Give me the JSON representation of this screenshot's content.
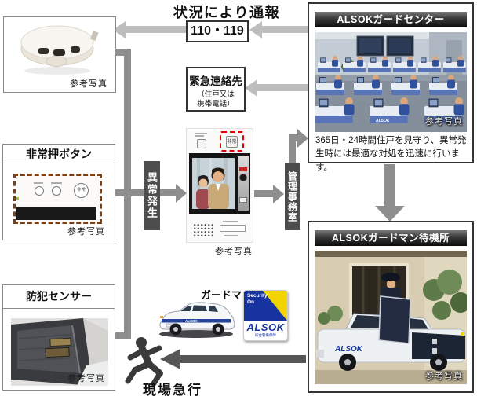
{
  "header": {
    "title": "状況により通報",
    "report_box_label": "110・119"
  },
  "emergency_contact_box": {
    "title": "緊急連絡先",
    "subtitle_line1": "（住戸又は",
    "subtitle_line2": "携帯電話）"
  },
  "smoke_detector_box": {
    "caption": "参考写真"
  },
  "emergency_button_box": {
    "title": "非常押ボタン",
    "button_label": "非常",
    "caption": "参考写真"
  },
  "security_sensor_box": {
    "title": "防犯センサー",
    "caption": "参考写真"
  },
  "intercom": {
    "emergency_button_label": "非常",
    "caption": "参考写真"
  },
  "labels": {
    "alarm": "異常発生",
    "office": "管理事務室",
    "guardman": "ガードマン",
    "rush": "現場急行"
  },
  "alsok_center": {
    "title": "ALSOKガードセンター",
    "photo_caption": "参考写真",
    "desk_label": "ALSOK",
    "description": "365日・24時間住戸を見守り、異常発生時には最適な対処を迅速に行います。"
  },
  "alsok_station": {
    "title": "ALSOKガードマン待機所",
    "photo_caption": "参考写真",
    "car_label": "ALSOK"
  },
  "patrol_car": {
    "side_label": "ALSOK"
  },
  "badge": {
    "line1": "Security",
    "line2": "On",
    "brand": "ALSOK",
    "company": "綜合警備保障"
  },
  "colors": {
    "arrow_light": "#bdbdbd",
    "arrow_mid": "#8e8e8e",
    "arrow_dark": "#565656",
    "label_bar_bg": "#4d4d4d",
    "alsok_blue": "#1733a0",
    "alsok_yellow": "#f2d500",
    "alert_red": "#e60000",
    "dash_brown": "#7c3f12",
    "box_border_dark": "#333333",
    "photo_border": "#8a8a8a"
  }
}
